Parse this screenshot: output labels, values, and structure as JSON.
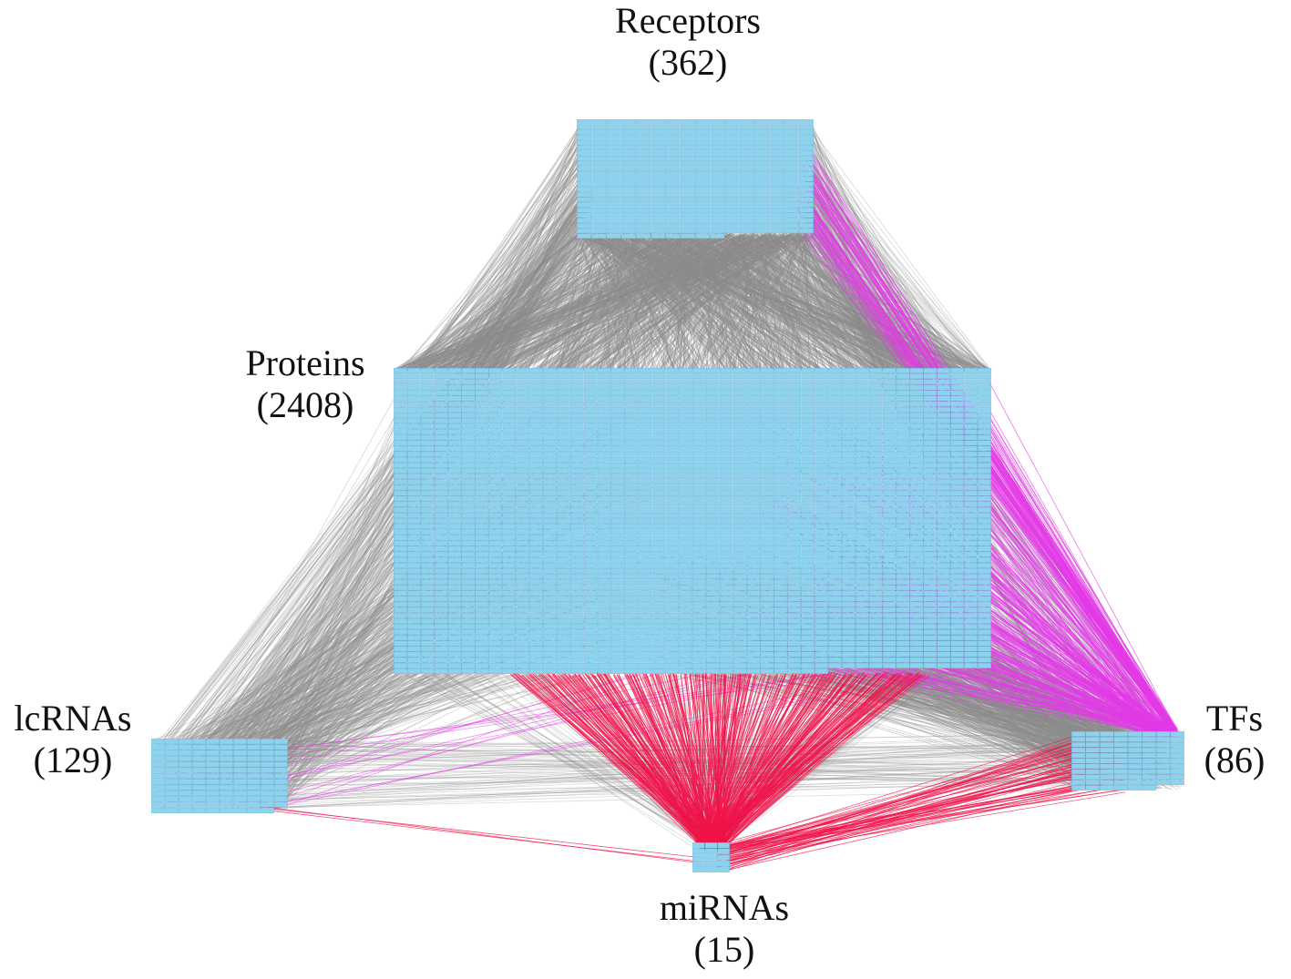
{
  "diagram": {
    "groups": [
      {
        "id": "receptors",
        "name": "Receptors",
        "count": "(362)",
        "nodes": 362,
        "cols": 16
      },
      {
        "id": "proteins",
        "name": "Proteins",
        "count": "(2408)",
        "nodes": 2408,
        "cols": 44
      },
      {
        "id": "lncrnas",
        "name": "lcRNAs",
        "count": "(129)",
        "nodes": 129,
        "cols": 10
      },
      {
        "id": "tfs",
        "name": "TFs",
        "count": "(86)",
        "nodes": 86,
        "cols": 8
      },
      {
        "id": "mirnas",
        "name": "miRNAs",
        "count": "(15)",
        "nodes": 15,
        "cols": 3
      }
    ],
    "edge_colors": {
      "default": "#8c8c8c",
      "mirna": "#f0144a",
      "tf": "#e23be6"
    },
    "node_color": "#8fd2ee",
    "node_border": "#5aaed6"
  }
}
